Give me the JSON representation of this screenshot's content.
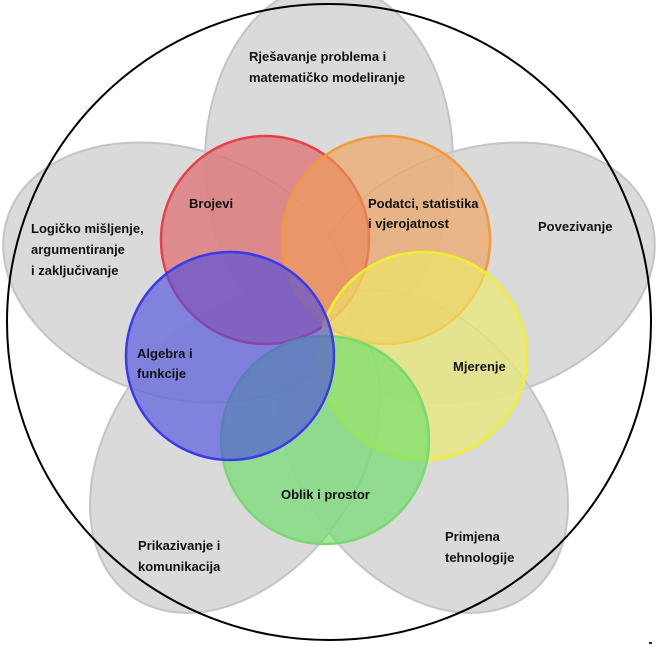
{
  "diagram": {
    "type": "venn-flower",
    "outer_boundary": {
      "color": "#000000"
    },
    "processes": [
      {
        "id": "rjesavanje",
        "lines": [
          "Rješavanje problema i",
          "matematičko modeliranje"
        ],
        "color": "#d3d3d3"
      },
      {
        "id": "povezivanje",
        "lines": [
          "Povezivanje"
        ],
        "color": "#d3d3d3"
      },
      {
        "id": "primjena",
        "lines": [
          "Primjena",
          "tehnologije"
        ],
        "color": "#d3d3d3"
      },
      {
        "id": "prikazivanje",
        "lines": [
          "Prikazivanje i",
          "komunikacija"
        ],
        "color": "#d3d3d3"
      },
      {
        "id": "logicko",
        "lines": [
          "Logičko mišljenje,",
          "argumentiranje",
          "i zaključivanje"
        ],
        "color": "#d3d3d3"
      }
    ],
    "domains": [
      {
        "id": "brojevi",
        "lines": [
          "Brojevi"
        ],
        "fill": "#e05a5f",
        "stroke": "#e8404a"
      },
      {
        "id": "podatci",
        "lines": [
          "Podatci, statistika",
          "i vjerojatnost"
        ],
        "fill": "#f0a055",
        "stroke": "#f29a3a"
      },
      {
        "id": "mjerenje",
        "lines": [
          "Mjerenje"
        ],
        "fill": "#eeee66",
        "stroke": "#f0f030"
      },
      {
        "id": "oblik",
        "lines": [
          "Oblik i prostor"
        ],
        "fill": "#66dd66",
        "stroke": "#7ad870"
      },
      {
        "id": "algebra",
        "lines": [
          "Algebra i",
          "funkcije"
        ],
        "fill": "#4a4ae0",
        "stroke": "#3a3ae8"
      }
    ]
  }
}
